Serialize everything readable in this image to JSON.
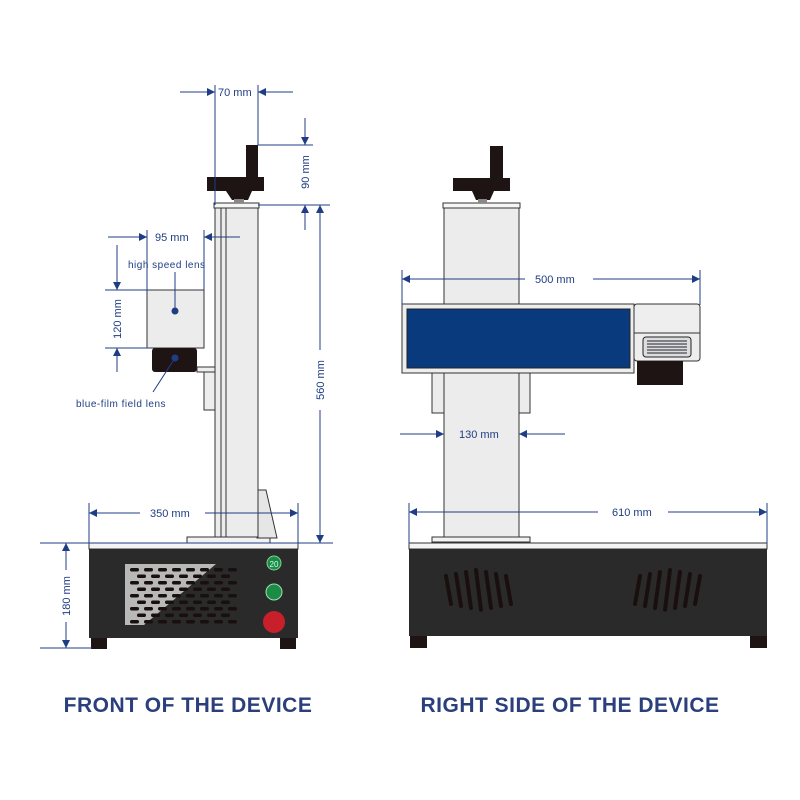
{
  "titles": {
    "front": "FRONT OF THE DEVICE",
    "right": "RIGHT SIDE OF THE DEVICE"
  },
  "front": {
    "dims": {
      "head_width": "70 mm",
      "head_height": "90 mm",
      "lens_width": "95 mm",
      "lens_height": "120 mm",
      "column_height": "560 mm",
      "base_width": "350 mm",
      "base_height": "180 mm"
    },
    "labels": {
      "high_speed_lens": "high speed lens",
      "field_lens": "blue-film field lens"
    },
    "indicator_text": "20"
  },
  "right": {
    "dims": {
      "arm_width": "500 mm",
      "column_width": "130 mm",
      "base_width": "610 mm"
    }
  },
  "colors": {
    "dimension": "#1f3d84",
    "panel_blue": "#0a3a7e",
    "base": "#2a2a2a",
    "title": "#2a3f7c"
  }
}
